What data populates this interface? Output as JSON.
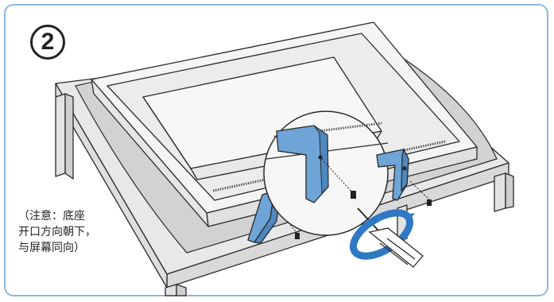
{
  "step": {
    "number": "2"
  },
  "note": {
    "lines": [
      "（注意：底座",
      "开口方向朝下，",
      "与屏幕同向）"
    ]
  },
  "colors": {
    "frame": "#8fb6db",
    "table": "#e6e6e6",
    "cloth": "#d4d4d4",
    "tv_body": "#f3f3f3",
    "stand_blue": "#6ea4d6",
    "screwdriver_ring": "#2f78c4",
    "outline": "#2a2a2a"
  },
  "icons": [
    "step-number-badge",
    "screwdriver-icon",
    "screw-icon",
    "rotation-arrow-icon"
  ]
}
